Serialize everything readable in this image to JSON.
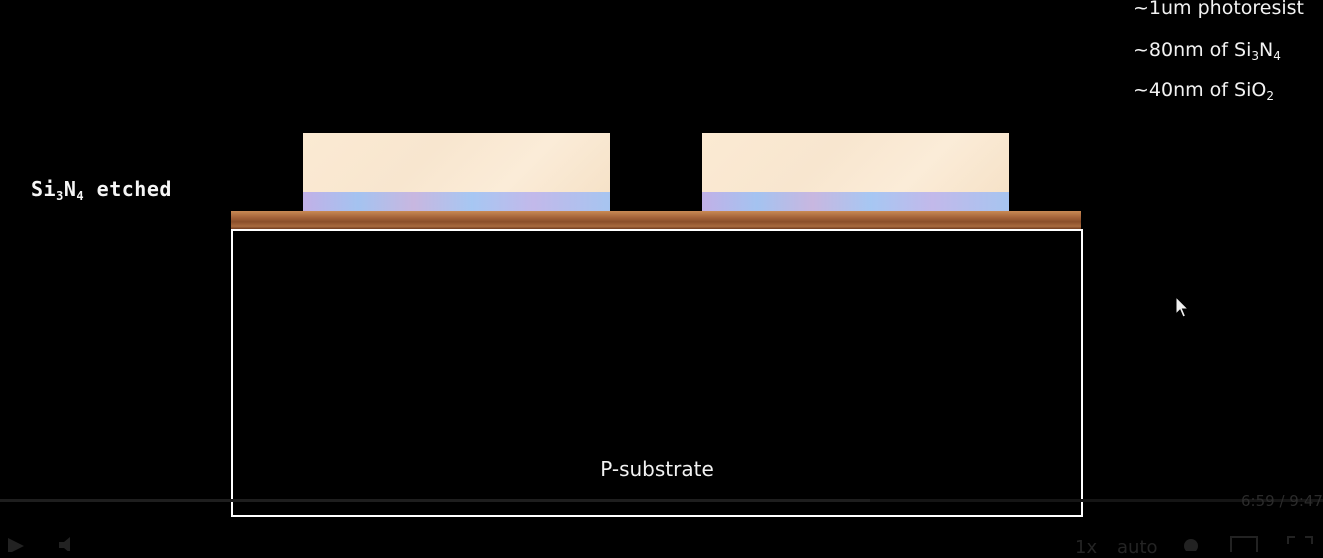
{
  "legend": [
    {
      "text": "~1um photoresist",
      "sub": "",
      "tail": ""
    },
    {
      "text": "~80nm of Si",
      "sub": "3",
      "tail": "N",
      "sub2": "4"
    },
    {
      "text": "~40nm of SiO",
      "sub": "2",
      "tail": ""
    }
  ],
  "step_label": {
    "a": "Si",
    "sub1": "3",
    "b": "N",
    "sub2": "4",
    "c": " etched"
  },
  "substrate_label": "P-substrate",
  "video": {
    "time": "6:59 / 9:47",
    "speed": "1x",
    "quality": "auto"
  },
  "colors": {
    "background": "#000000",
    "photoresist": "#fbead3",
    "nitride": "#b4c6f0",
    "oxide": "#a5643a",
    "substrate_border": "#ffffff"
  }
}
